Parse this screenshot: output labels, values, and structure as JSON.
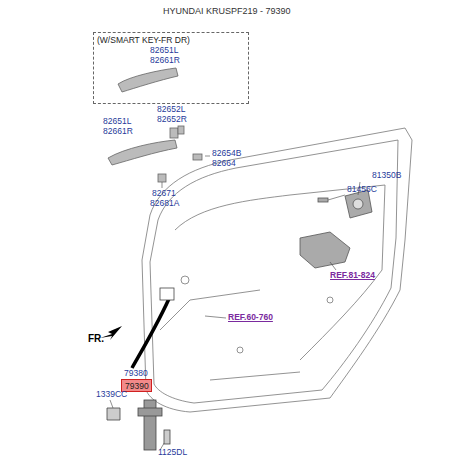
{
  "diagram": {
    "nodes": [
      {
        "text": [
          "(W/SMART KEY-FR DR)",
          "82651L",
          "82661R"
        ]
      },
      {
        "text": [
          "79390"
        ]
      }
    ],
    "labels": [
      "HYUNDAI KRUSPF219 - 79390",
      "82652L",
      "82652R",
      "82651L",
      "82661R",
      "82654B",
      "82664",
      "82671",
      "82681A",
      "81350B",
      "81456C",
      "REF.81-824",
      "REF.60-760",
      "FR.",
      "79380",
      "1339CC",
      "1125DL"
    ]
  }
}
